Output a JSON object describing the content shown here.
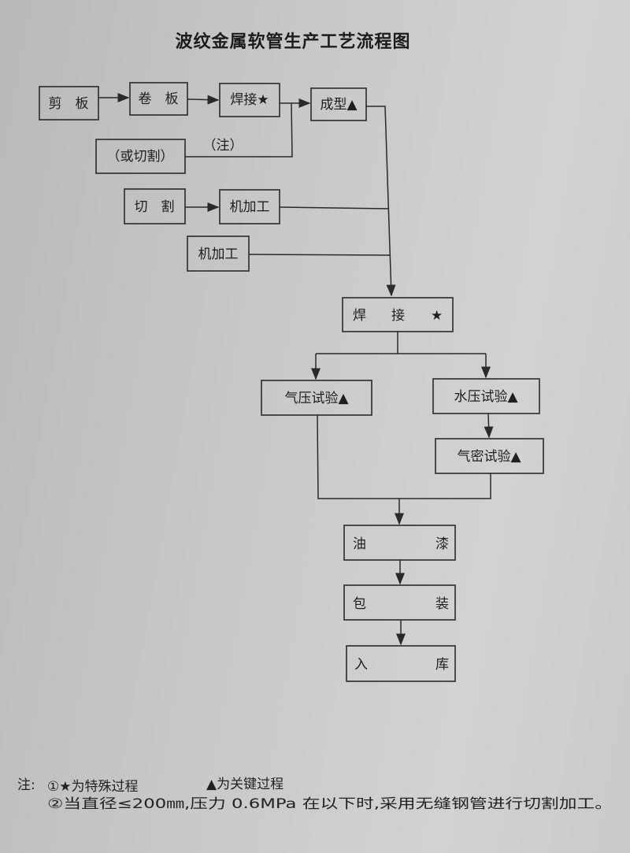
{
  "title": "波纹金属软管生产工艺流程图",
  "steps": {
    "cut_plate": "剪　板",
    "roll_plate": "卷　板",
    "weld_1": "焊接★",
    "forming": "成型▲",
    "or_cut": "（或切割）",
    "note_mark": "（注）",
    "cutting": "切　割",
    "machining_1": "机加工",
    "machining_2": "机加工",
    "weld_main_a": "焊",
    "weld_main_b": "接",
    "weld_main_c": "★",
    "air_pressure_test": "气压试验▲",
    "water_pressure_test": "水压试验▲",
    "air_tight_test": "气密试验▲",
    "paint_a": "油",
    "paint_b": "漆",
    "pack_a": "包",
    "pack_b": "装",
    "store_a": "入",
    "store_b": "库"
  },
  "notes": {
    "label": "注:",
    "line1a": "①★为特殊过程",
    "line1b": "▲为关键过程",
    "line2": "②当直径≤200㎜,压力 0.6MPa 在以下时,采用无缝钢管进行切割加工。"
  }
}
